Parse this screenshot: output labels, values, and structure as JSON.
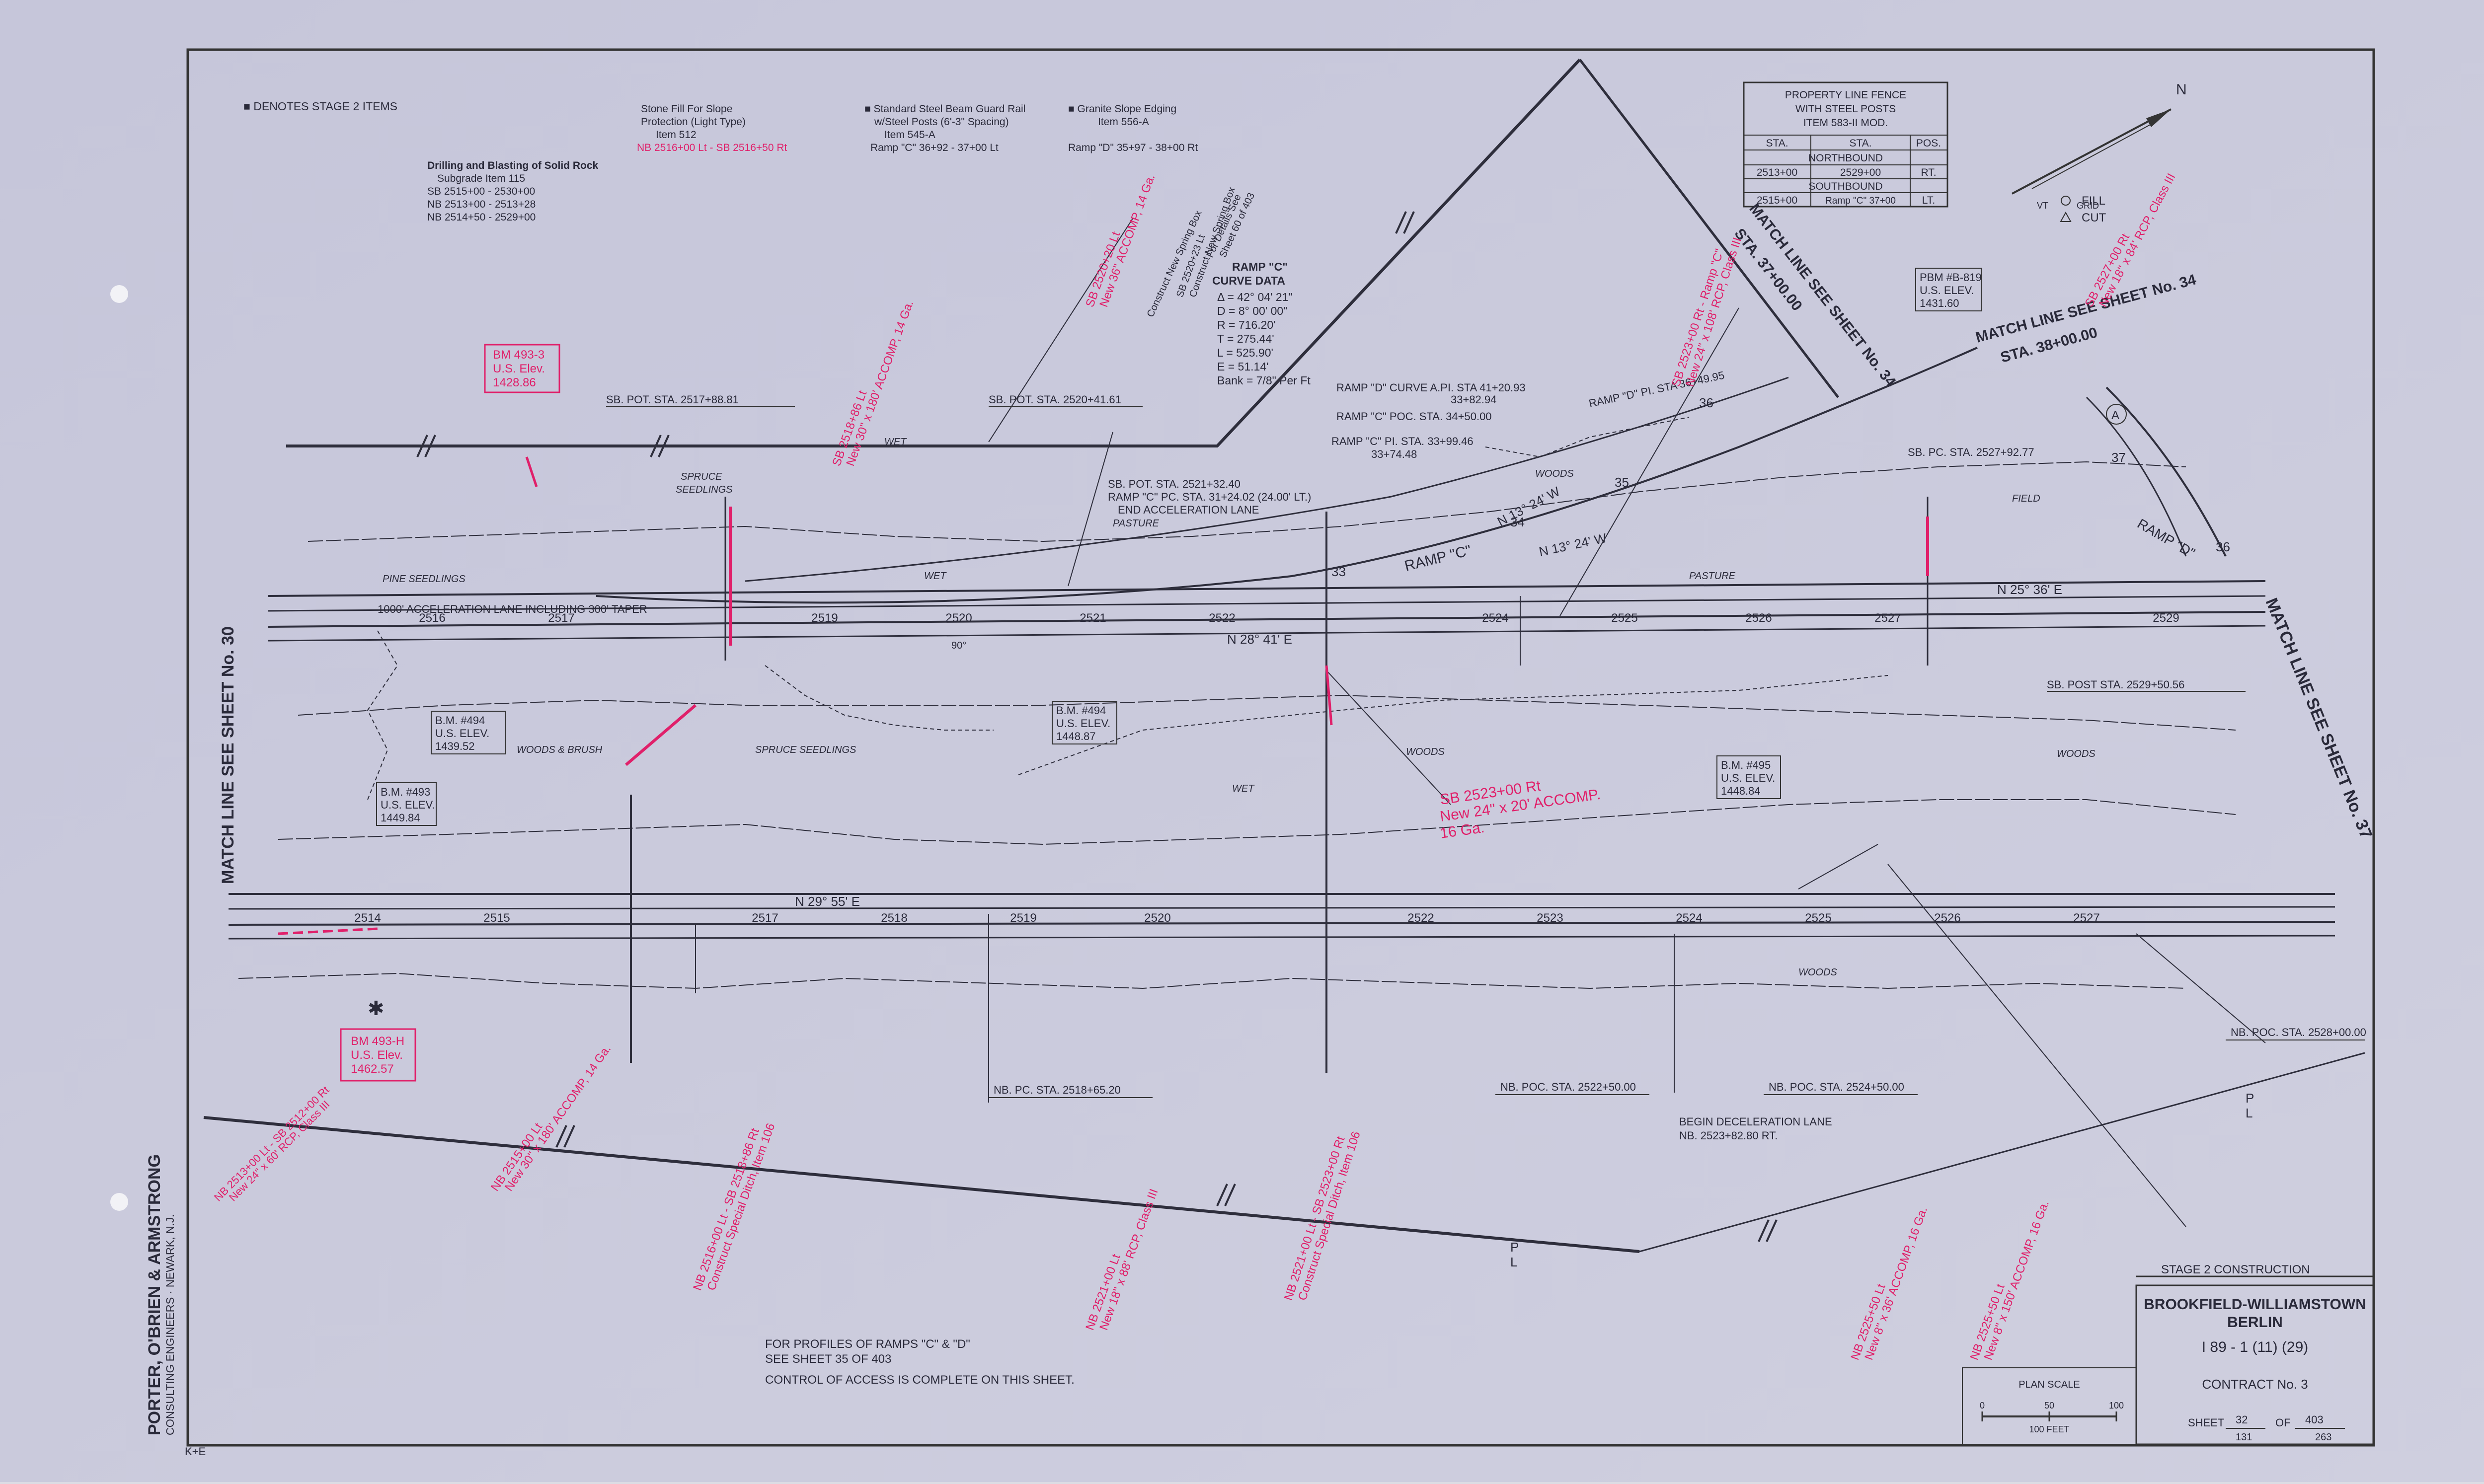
{
  "notes": {
    "stage2": "■ DENOTES STAGE 2 ITEMS",
    "stone_fill_1": "Stone Fill For Slope",
    "stone_fill_2": "Protection (Light Type)",
    "stone_fill_3": "Item 512",
    "stone_fill_4": "NB 2516+00 Lt - SB 2516+50 Rt",
    "guard_rail_1": "■ Standard Steel Beam Guard Rail",
    "guard_rail_2": "w/Steel Posts (6'-3\" Spacing)",
    "guard_rail_3": "Item 545-A",
    "guard_rail_4": "Ramp \"C\" 36+92 - 37+00 Lt",
    "granite_1": "■ Granite Slope Edging",
    "granite_2": "Item 556-A",
    "granite_3": "Ramp \"D\" 35+97 - 38+00 Rt",
    "drilling_1": "Drilling and Blasting of Solid Rock",
    "drilling_2": "Subgrade Item 115",
    "drilling_3": "SB 2515+00 - 2530+00",
    "drilling_4": "NB 2513+00 - 2513+28",
    "drilling_5": "NB 2514+50 - 2529+00"
  },
  "fence_table": {
    "title_1": "PROPERTY LINE FENCE",
    "title_2": "WITH STEEL POSTS",
    "title_3": "ITEM 583-II MOD.",
    "headers": [
      "STA.",
      "STA.",
      "POS."
    ],
    "northbound_label": "NORTHBOUND",
    "northbound_row": [
      "2513+00",
      "2529+00",
      "RT."
    ],
    "southbound_label": "SOUTHBOUND",
    "southbound_row": [
      "2515+00",
      "Ramp \"C\" 37+00",
      "LT."
    ]
  },
  "legend": {
    "vt": "VT",
    "grid": "GRID",
    "n": "N",
    "fill": "FILL",
    "cut": "CUT"
  },
  "curve_data": {
    "title_1": "RAMP \"C\"",
    "title_2": "CURVE DATA",
    "delta": "Δ = 42° 04' 21\"",
    "d": "D = 8° 00' 00\"",
    "r": "R = 716.20'",
    "t": "T = 275.44'",
    "l": "L = 525.90'",
    "e": "E = 51.14'",
    "bank": "Bank = 7/8\" Per Ft"
  },
  "match_lines": {
    "left": "MATCH LINE SEE SHEET No. 30",
    "right": "MATCH LINE SEE SHEET No. 37",
    "top_a1": "MATCH LINE SEE SHEET No. 34",
    "top_a2": "STA. 37+00.00",
    "top_b1": "MATCH LINE SEE SHEET No. 34",
    "top_b2": "STA. 38+00.00"
  },
  "benchmarks": {
    "pbm_1": "PBM #B-819",
    "pbm_2": "U.S. ELEV.",
    "pbm_3": "1431.60",
    "bm494b_1": "B.M. #494",
    "bm494b_2": "U.S. ELEV.",
    "bm494b_3": "1439.52",
    "bm494_1": "B.M. #494",
    "bm494_2": "U.S. ELEV.",
    "bm494_3": "1448.87",
    "bm493_1": "B.M. #493",
    "bm493_2": "U.S. ELEV.",
    "bm493_3": "1449.84",
    "bm495_1": "B.M. #495",
    "bm495_2": "U.S. ELEV.",
    "bm495_3": "1448.84",
    "red493_1": "BM 493-3",
    "red493_2": "U.S. Elev.",
    "red493_3": "1428.86",
    "red493h_1": "BM 493-H",
    "red493h_2": "U.S. Elev.",
    "red493h_3": "1462.57"
  },
  "stations": {
    "sb_pot_2517": "SB. POT. STA. 2517+88.81",
    "sb_pot_2520": "SB. POT. STA. 2520+41.61",
    "sb_pot_2521": "SB. POT. STA. 2521+32.40",
    "ramp_c_pc": "RAMP \"C\" PC. STA. 31+24.02 (24.00' LT.)",
    "end_accel": "END ACCELERATION LANE",
    "ramp_d_curve": "RAMP \"D\" CURVE A.PI. STA 41+20.93",
    "ramp_d_curve_b": "33+82.94",
    "ramp_c_poc": "RAMP \"C\" POC. STA. 34+50.00",
    "ramp_c_pi": "RAMP \"C\" PI. STA. 33+99.46",
    "ramp_c_pi_b": "33+74.48",
    "ramp_d_pi": "RAMP \"D\" PI. STA 36+49.95",
    "sb_pc_2527": "SB. PC. STA. 2527+92.77",
    "sb_post_2529": "SB. POST STA. 2529+50.56",
    "nb_pc_2518": "NB. PC. STA. 2518+65.20",
    "nb_poc_2522": "NB. POC. STA. 2522+50.00",
    "nb_poc_2524": "NB. POC. STA. 2524+50.00",
    "begin_decel_1": "BEGIN DECELERATION LANE",
    "begin_decel_2": "NB. 2523+82.80 RT.",
    "nb_poc_2528": "NB. POC. STA. 2528+00.00",
    "accel_lane": "1000' ACCELERATION LANE INCLUDING 300' TAPER"
  },
  "bearings": {
    "main": "N 28° 41' E",
    "nb": "N 29° 55' E",
    "ne": "N 25° 36' E",
    "ramp_c_brg": "N 13° 24' W",
    "ramp_c_brg2": "N 13° 24' W"
  },
  "road_labels": {
    "ramp_c": "RAMP \"C\"",
    "ramp_d": "RAMP \"D\"",
    "pl_1": "P",
    "pl_2": "L",
    "pl_3": "P",
    "pl_4": "L",
    "circle_a": "A",
    "angle_90": "90°",
    "ramp_d_33": "33",
    "ramp_d_34": "34",
    "ramp_d_35": "35",
    "ramp_d_36": "36",
    "ramp_d_37": "37",
    "ramp_d_36b": "36"
  },
  "sb_stations": [
    "2516",
    "2517",
    "2519",
    "2520",
    "2521",
    "2522",
    "2524",
    "2525",
    "2526",
    "2527",
    "2529"
  ],
  "nb_stations": [
    "2514",
    "2515",
    "2517",
    "2518",
    "2519",
    "2520",
    "2522",
    "2523",
    "2524",
    "2525",
    "2526",
    "2527"
  ],
  "vegetation": {
    "spruce_1": "SPRUCE",
    "spruce_2": "SEEDLINGS",
    "pine": "PINE SEEDLINGS",
    "wet_1": "WET",
    "wet_2": "WET",
    "wet_3": "WET",
    "pasture_1": "PASTURE",
    "pasture_2": "PASTURE",
    "woods_1": "WOODS",
    "woods_2": "WOODS",
    "woods_3": "WOODS",
    "woods_4": "WOODS",
    "field": "FIELD",
    "woods_brush": "WOODS & BRUSH",
    "spruce_seedlings": "SPRUCE SEEDLINGS"
  },
  "culverts": {
    "sb2523": "SB 2523+00 Rt",
    "sb2523b": "New 24\" x 20' ACCOMP.",
    "sb2523c": "16 Ga.",
    "sb2520a": "SB 2520+20 Lt",
    "sb2520b": "New 36\" ACCOMP, 14 Ga.",
    "sb2519": "SB 2518+86 Lt",
    "sb2519b": "New 30\" x 180' ACCOMP, 14 Ga.",
    "construct_1": "Construct New Spring Box",
    "construct_2": "For Details See",
    "construct_3": "Sheet 60 of 403",
    "ramp_c_cul": "SB 2523+00 Rt - Ramp \"C\"",
    "ramp_c_cul_b": "New 24\" x 108' RCP, Class III",
    "sb2527": "SB 2527+00 Rt",
    "sb2527b": "New 18\" x 84' RCP, Class III",
    "sb2520c": "SB 2520+23 Lt",
    "sb2520d": "Construct New Spring Box",
    "nb2516_a": "NB 2516+00 Lt - SB 2518+86 Rt",
    "nb2516_b": "Construct Special Ditch, Item 106",
    "nb2515_a": "NB 2515+00 Lt",
    "nb2515_b": "New 30\" x 180' ACCOMP, 14 Ga.",
    "nb2521_a": "NB 2521+00 Lt",
    "nb2521_b": "New 18\" x 88' RCP, Class III",
    "nb2521c": "NB 2521+00 Lt - SB 2523+00 Rt",
    "nb2521d": "Construct Special Ditch, Item 106",
    "nb2525_a": "NB 2525+50 Lt",
    "nb2525_b": "New 8\" x 36' ACCOMP, 16 Ga.",
    "nb2525c": "NB 2525+50 Lt",
    "nb2525d": "New 8\" x 150' ACCOMP, 16 Ga.",
    "sb2512": "NB 2513+00 Lt - SB 2512+00 Rt",
    "sb2512b": "New 24\" x 60' RCP, Class III"
  },
  "bottom_notes": {
    "profiles_1": "FOR PROFILES OF RAMPS \"C\" & \"D\"",
    "profiles_2": "SEE SHEET 35 OF 403",
    "control": "CONTROL OF ACCESS IS COMPLETE ON THIS SHEET."
  },
  "title_block": {
    "stage": "STAGE 2 CONSTRUCTION",
    "line1": "BROOKFIELD-WILLIAMSTOWN",
    "line2": "BERLIN",
    "line3": "I 89 - 1 (11) (29)",
    "contract": "CONTRACT No. 3",
    "plan_scale": "PLAN SCALE",
    "scale_0": "0",
    "scale_50": "50",
    "scale_100": "100",
    "scale_feet": "100 FEET",
    "sheet_label": "SHEET",
    "sheet_num": "32",
    "sheet_of": "OF",
    "sheet_total": "403",
    "sheet_alt": "131",
    "sheet_alt_total": "263"
  },
  "firm": {
    "name": "PORTER, O'BRIEN & ARMSTRONG",
    "sub": "CONSULTING ENGINEERS · NEWARK, N.J."
  },
  "manufacturer": "K+E"
}
